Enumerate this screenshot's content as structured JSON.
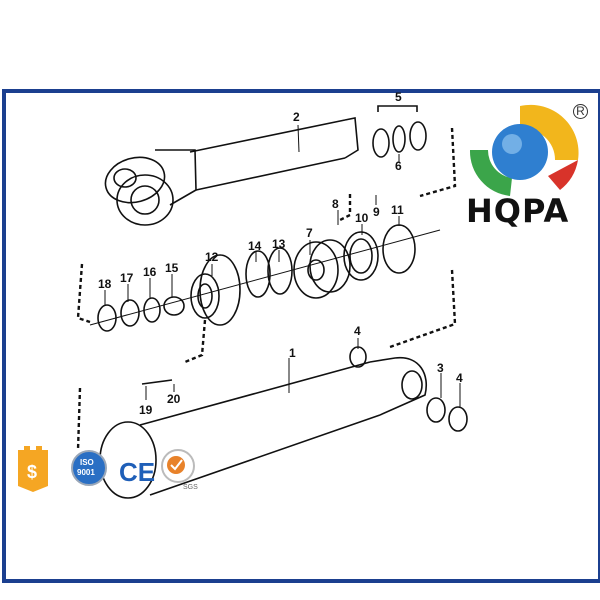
{
  "brand": {
    "name": "HQPA",
    "registered_mark": "R"
  },
  "part_labels": [
    "1",
    "2",
    "3",
    "4",
    "4",
    "5",
    "6",
    "7",
    "8",
    "9",
    "10",
    "11",
    "12",
    "13",
    "14",
    "15",
    "16",
    "17",
    "18",
    "19",
    "20"
  ],
  "badges": {
    "price": "$",
    "iso": {
      "line1": "ISO",
      "line2": "9001"
    },
    "ce": "CE",
    "sgs": "SGS"
  },
  "colors": {
    "frame": "#1b3f8f",
    "price_badge": "#f5a623",
    "iso_badge": "#2a6fc4",
    "ce": "#1f5fb8",
    "sgs": "#e8822a"
  }
}
